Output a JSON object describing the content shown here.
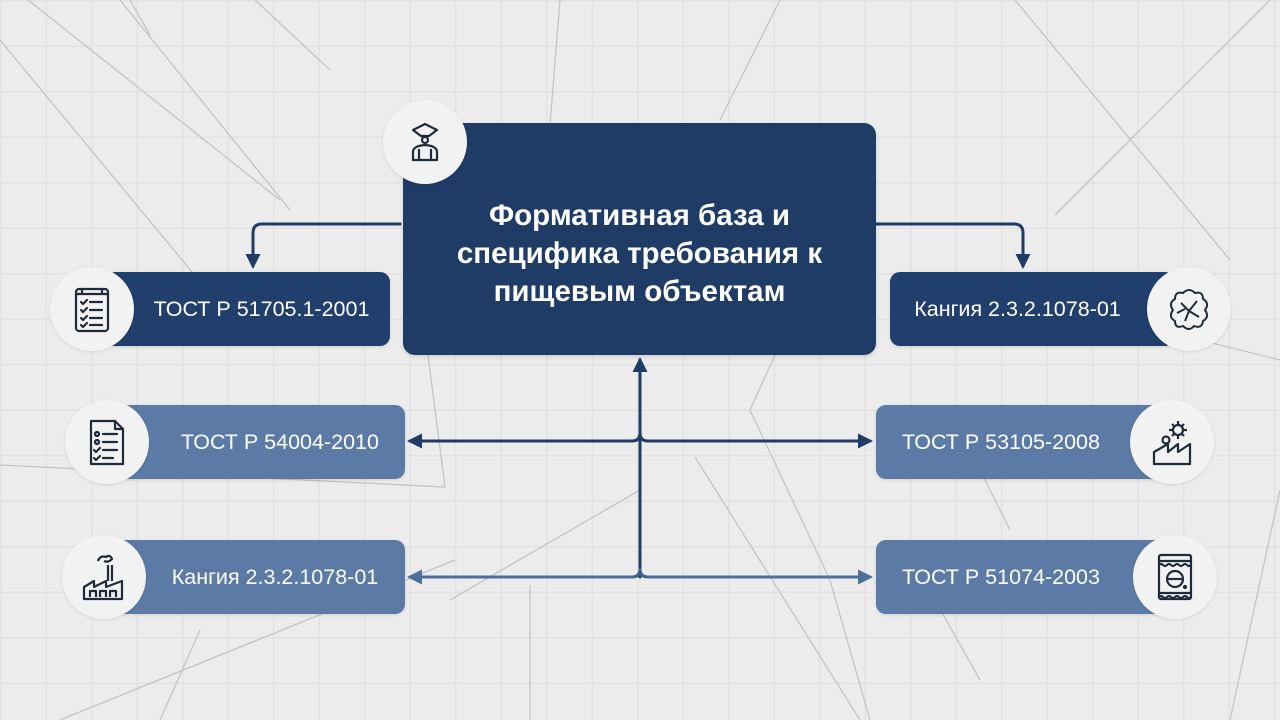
{
  "diagram": {
    "central": {
      "title": "Формативная база и специфика требования к пищевым объектам",
      "icon": "graduate-person-icon",
      "color": "#1f3c66"
    },
    "nodes": [
      {
        "id": "left-1",
        "label": "ТОСТ Р 51705.1-2001",
        "side": "left",
        "style": "dark",
        "icon": "checklist-clipboard-icon"
      },
      {
        "id": "right-1",
        "label": "Кангия 2.3.2.1078-01",
        "side": "right",
        "style": "dark",
        "icon": "brain-puzzle-icon"
      },
      {
        "id": "left-2",
        "label": "ТОСТ Р 54004-2010",
        "side": "left",
        "style": "light",
        "icon": "document-checklist-icon"
      },
      {
        "id": "right-2",
        "label": "ТОСТ Р 53105-2008",
        "side": "right",
        "style": "light",
        "icon": "factory-gear-icon"
      },
      {
        "id": "left-3",
        "label": "Кангия 2.3.2.1078-01",
        "side": "left",
        "style": "light",
        "icon": "factory-smoke-icon"
      },
      {
        "id": "right-3",
        "label": "ТОСТ Р 51074-2003",
        "side": "right",
        "style": "light",
        "icon": "food-package-icon"
      }
    ],
    "colors": {
      "dark_node": "#203f6c",
      "light_node": "#5b7ba6",
      "connector": "#1f3c66",
      "background": "#ececed",
      "icon_circle": "#f2f2f3"
    }
  }
}
